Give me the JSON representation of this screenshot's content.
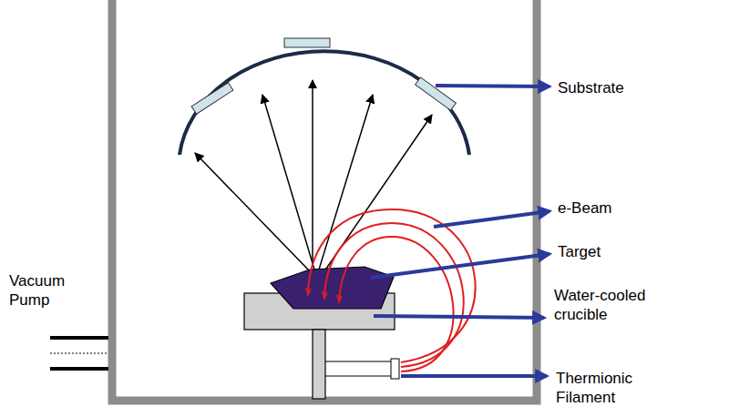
{
  "diagram": {
    "labels": [
      "Vacuum Pump",
      "Substrate",
      "e-Beam",
      "Target",
      "Water-cooled crucible",
      "Thermionic Filament"
    ]
  }
}
